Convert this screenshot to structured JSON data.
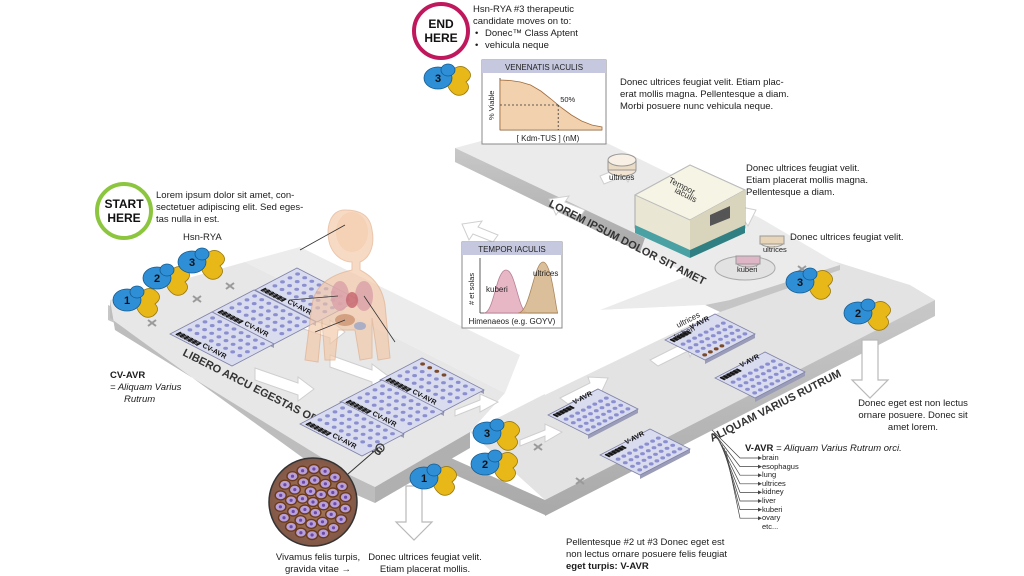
{
  "start_badge": {
    "line1": "START",
    "line2": "HERE"
  },
  "end_badge": {
    "line1": "END",
    "line2": "HERE"
  },
  "start_text": [
    "Lorem ipsum dolor sit amet, con-",
    "sectetuer adipiscing elit. Sed eges-",
    "tas nulla in est."
  ],
  "end_text": {
    "line1": "Hsn-RYA #3 therapeutic",
    "line2": "candidate moves on to:",
    "items": [
      "Donec™ Class Aptent",
      "vehicula neque"
    ]
  },
  "hsn_rya_label": "Hsn-RYA",
  "cv_avr": {
    "term": "CV-AVR",
    "definition_line1": "= Aliquam Varius",
    "definition_line2": "Rutrum"
  },
  "path_labels": {
    "left": "LIBERO ARCU EGESTAS ODIO GRAVIDAS",
    "top": "LOREM IPSUM DOLOR SIT AMET",
    "right": "ALIQUAM VARIUS RUTRUM"
  },
  "plate_labels": {
    "cv": "CV-AVR",
    "v": "V-AVR"
  },
  "chart_viability": {
    "type": "area",
    "title": "VENENATIS IACULIS",
    "ylabel": "% Viable",
    "xlabel": "[ Kdm-TUS ]  (nM)",
    "annotation": "50%",
    "x": [
      0,
      1,
      2,
      3,
      4,
      5,
      6,
      7,
      8,
      9,
      10
    ],
    "y": [
      100,
      99,
      96,
      90,
      78,
      62,
      45,
      30,
      18,
      10,
      6
    ]
  },
  "chart_facs": {
    "type": "area",
    "title": "TEMPOR IACULIS",
    "ylabel": "# et solas",
    "xlabel": "Himenaeos (e.g. GOYV)",
    "series": [
      {
        "name": "kuberi",
        "color": "#e6b4c4"
      },
      {
        "name": "ultrices",
        "color": "#d8b890"
      }
    ]
  },
  "viability_text": [
    "Donec ultrices feugiat velit. Etiam plac-",
    "erat mollis magna. Pellentesque a diam.",
    "Morbi posuere nunc vehicula neque."
  ],
  "machine": {
    "label_line1": "Tempor",
    "label_line2": "iaculis"
  },
  "machine_text": [
    "Donec ultrices feugiat velit.",
    "Etiam placerat mollis magna.",
    "Pellentesque a diam."
  ],
  "dish_text": "Donec ultrices feugiat velit.",
  "dish_labels": {
    "ultrices": "ultrices",
    "kuberi": "kuberi"
  },
  "side_labels": {
    "ultrices": "ultrices",
    "kuberi": "kuberi"
  },
  "right_exit_text": [
    "Donec eget est non lectus",
    "ornare posuere. Donec sit",
    "amet lorem."
  ],
  "v_avr": {
    "term": "V-AVR",
    "definition": "= Aliquam Varius Rutrum orci."
  },
  "tissues": [
    "brain",
    "esophagus",
    "lung",
    "ultrices",
    "kidney",
    "liver",
    "kuberi",
    "ovary",
    "etc..."
  ],
  "bottom_mid_text": [
    "Pellentesque #2 ut #3 Donec eget est",
    "non lectus ornare posuere felis feugiat",
    "eget turpis: V-AVR"
  ],
  "bottom_left_text": [
    "Vivamus felis turpis,",
    "gravida vitae →"
  ],
  "bottom_left2_text": [
    "Donec ultrices feugiat velit.",
    "Etiam placerat mollis."
  ],
  "molecule_numbers": {
    "one": "1",
    "two": "2",
    "three": "3"
  },
  "colors": {
    "start": "#8cc63f",
    "end": "#c0185d",
    "molecule_blue": "#2e8fd6",
    "molecule_yellow": "#e8b818",
    "plate": "#d9dbef",
    "well": "#8b8fcf",
    "path": "#e6e6e6"
  }
}
